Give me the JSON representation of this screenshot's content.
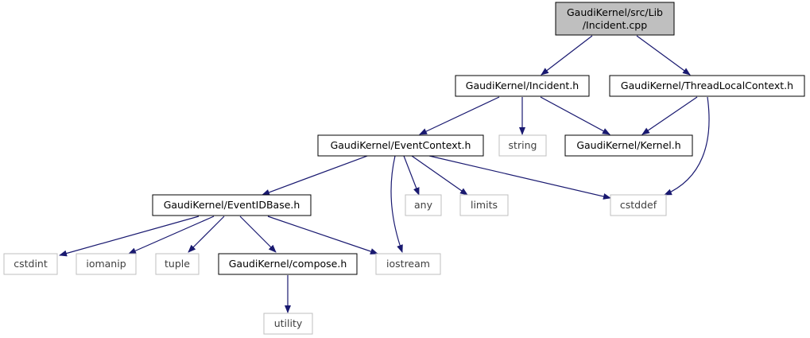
{
  "colors": {
    "edge": "#191970",
    "root_fill": "#bfbfbf",
    "project_border": "#000000",
    "system_border": "#bfbfbf",
    "text_project": "#000000",
    "text_system": "#3f3f3f"
  },
  "nodes": {
    "incident_cpp": {
      "line1": "GaudiKernel/src/Lib",
      "line2": "/Incident.cpp"
    },
    "incident_h": {
      "label": "GaudiKernel/Incident.h"
    },
    "threadlocal_h": {
      "label": "GaudiKernel/ThreadLocalContext.h"
    },
    "eventcontext_h": {
      "label": "GaudiKernel/EventContext.h"
    },
    "string": {
      "label": "string"
    },
    "kernel_h": {
      "label": "GaudiKernel/Kernel.h"
    },
    "eventidbase_h": {
      "label": "GaudiKernel/EventIDBase.h"
    },
    "any": {
      "label": "any"
    },
    "limits": {
      "label": "limits"
    },
    "cstddef": {
      "label": "cstddef"
    },
    "cstdint": {
      "label": "cstdint"
    },
    "iomanip": {
      "label": "iomanip"
    },
    "tuple": {
      "label": "tuple"
    },
    "compose_h": {
      "label": "GaudiKernel/compose.h"
    },
    "iostream": {
      "label": "iostream"
    },
    "utility": {
      "label": "utility"
    }
  }
}
